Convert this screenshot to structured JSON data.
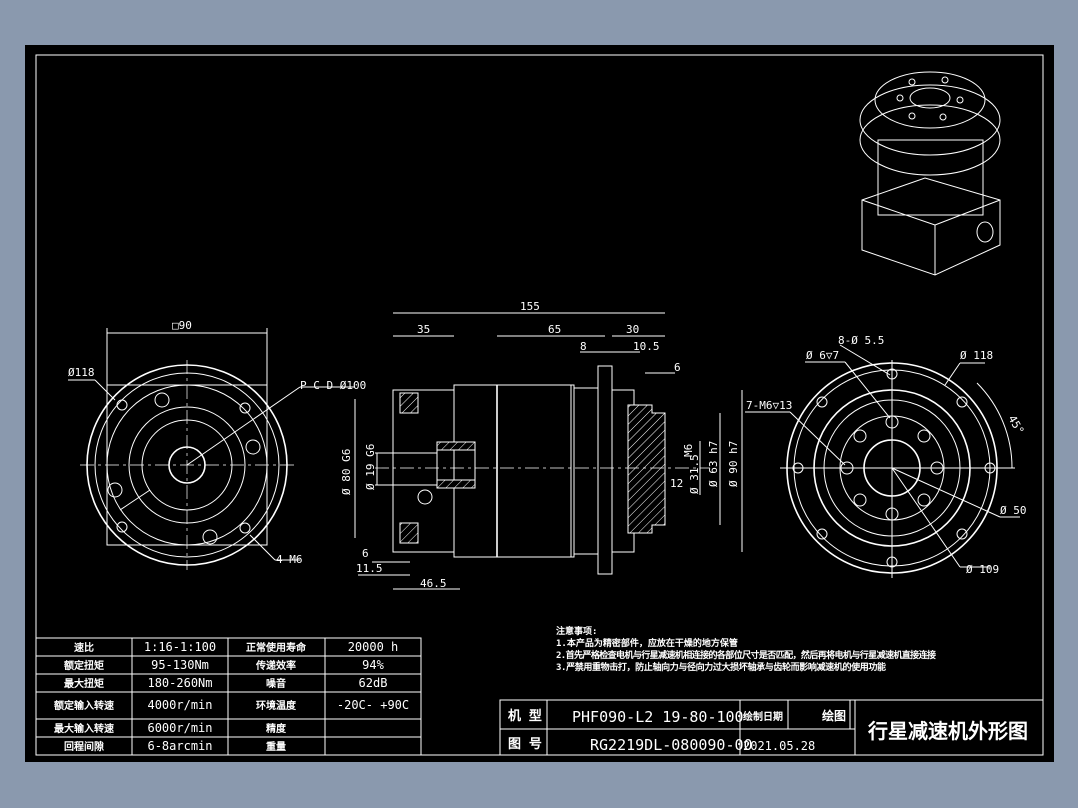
{
  "dimensions": {
    "left_view": {
      "square": "□90",
      "outer_dia": "Ø118",
      "pcd": "P C D Ø100",
      "holes": "4-M6"
    },
    "side_view": {
      "total": "155",
      "d35": "35",
      "d65": "65",
      "d30": "30",
      "d8": "8",
      "d10_5": "10.5",
      "d6_top": "6",
      "dia80": "Ø 80 G6",
      "dia19": "Ø 19 G6",
      "d6_bottom": "6",
      "d11_5": "11.5",
      "d46_5": "46.5",
      "m6": "M6",
      "d12": "12",
      "dia31_5": "Ø 31.5",
      "dia63": "Ø 63 h7",
      "dia90": "Ø 90 h7"
    },
    "right_view": {
      "holes8": "8-Ø 5.5",
      "hole6": "Ø 6▽7",
      "dia118": "Ø 118",
      "holes7": "7-M6▽13",
      "angle": "45°",
      "dia50": "Ø 50",
      "dia109": "Ø 109"
    }
  },
  "spec_table": {
    "rows": [
      [
        "速比",
        "1:16-1:100",
        "正常使用寿命",
        "20000 h"
      ],
      [
        "额定扭矩",
        "95-130Nm",
        "传递效率",
        "94%"
      ],
      [
        "最大扭矩",
        "180-260Nm",
        "噪音",
        "62dB"
      ],
      [
        "额定输入转速",
        "4000r/min",
        "环境温度",
        "-20C- +90C"
      ],
      [
        "最大输入转速",
        "6000r/min",
        "精度",
        ""
      ],
      [
        "回程间隙",
        "6-8arcmin",
        "重量",
        ""
      ]
    ]
  },
  "notes": {
    "title": "注意事项:",
    "items": [
      "1.本产品为精密部件，应放在干燥的地方保管",
      "2.首先严格检查电机与行星减速机相连接的各部位尺寸是否匹配，然后再将电机与行星减速机直接连接",
      "3.严禁用重物击打，防止轴向力与径向力过大损坏轴承与齿轮而影响减速机的使用功能"
    ]
  },
  "title_block": {
    "model_label": "机 型",
    "model_value": "PHF090-L2 19-80-100",
    "drawing_no_label": "图 号",
    "drawing_no_value": "RG2219DL-080090-00",
    "date_label": "绘制日期",
    "date_value": "2021.05.28",
    "drawer_label": "绘图",
    "title": "行星减速机外形图"
  }
}
